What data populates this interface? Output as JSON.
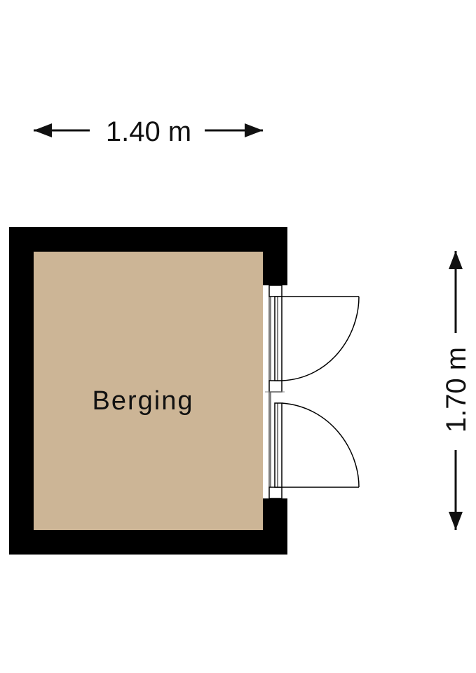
{
  "plan": {
    "room_label": "Berging",
    "width_label": "1.40 m",
    "height_label": "1.70 m"
  },
  "colors": {
    "wall": "#000000",
    "floor": "#ccb596",
    "door": "#000000",
    "dimension": "#111111",
    "background": "#ffffff"
  },
  "icons": {
    "width_arrow": "double-headed-horizontal-arrow",
    "height_arrow": "double-headed-vertical-arrow",
    "door_swing": "door-swing-arc"
  }
}
